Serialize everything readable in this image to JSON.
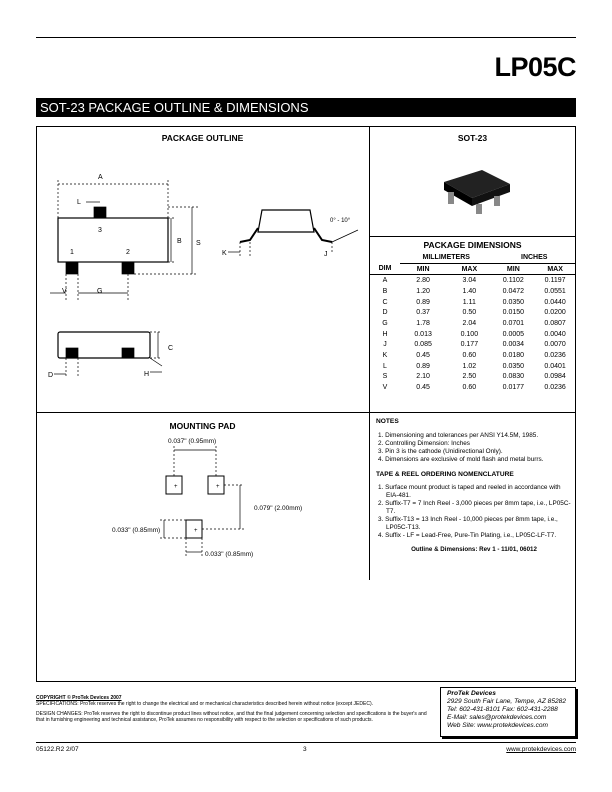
{
  "header": {
    "part_number": "LP05C",
    "section_title": "SOT-23 PACKAGE OUTLINE & DIMENSIONS"
  },
  "package_outline": {
    "heading": "PACKAGE OUTLINE",
    "labels": {
      "A": "A",
      "L": "L",
      "B": "B",
      "S": "S",
      "V": "V",
      "G": "G",
      "C": "C",
      "D": "D",
      "H": "H",
      "K": "K",
      "J": "J",
      "pin1": "1",
      "pin2": "2",
      "pin3": "3",
      "angle": "0° - 10°"
    }
  },
  "sot23": {
    "heading": "SOT-23"
  },
  "dimensions": {
    "heading": "PACKAGE DIMENSIONS",
    "col_mm": "MILLIMETERS",
    "col_in": "INCHES",
    "sub_headers": [
      "DIM",
      "MIN",
      "MAX",
      "MIN",
      "MAX"
    ],
    "rows": [
      [
        "A",
        "2.80",
        "3.04",
        "0.1102",
        "0.1197"
      ],
      [
        "B",
        "1.20",
        "1.40",
        "0.0472",
        "0.0551"
      ],
      [
        "C",
        "0.89",
        "1.11",
        "0.0350",
        "0.0440"
      ],
      [
        "D",
        "0.37",
        "0.50",
        "0.0150",
        "0.0200"
      ],
      [
        "G",
        "1.78",
        "2.04",
        "0.0701",
        "0.0807"
      ],
      [
        "H",
        "0.013",
        "0.100",
        "0.0005",
        "0.0040"
      ],
      [
        "J",
        "0.085",
        "0.177",
        "0.0034",
        "0.0070"
      ],
      [
        "K",
        "0.45",
        "0.60",
        "0.0180",
        "0.0236"
      ],
      [
        "L",
        "0.89",
        "1.02",
        "0.0350",
        "0.0401"
      ],
      [
        "S",
        "2.10",
        "2.50",
        "0.0830",
        "0.0984"
      ],
      [
        "V",
        "0.45",
        "0.60",
        "0.0177",
        "0.0236"
      ]
    ]
  },
  "mounting_pad": {
    "heading": "MOUNTING PAD",
    "dim1": "0.037\" (0.95mm)",
    "dim2": "0.079\" (2.00mm)",
    "dim3": "0.033\" (0.85mm)",
    "dim4": "0.033\" (0.85mm)"
  },
  "notes": {
    "heading": "NOTES",
    "items": [
      "1. Dimensioning and tolerances per ANSI Y14.5M, 1985.",
      "2. Controlling Dimension: Inches",
      "3. Pin 3 is the cathode (Unidirectional Only).",
      "4. Dimensions are exclusive of mold flash and metal burrs."
    ],
    "tape_heading": "TAPE & REEL ORDERING NOMENCLATURE",
    "tape_items": [
      "1. Surface mount product is taped and reeled in accordance with EIA-481.",
      "2. Suffix-T7 = 7 Inch Reel - 3,000 pieces per 8mm tape, i.e., LP05C-T7.",
      "3. Suffix-T13 = 13 Inch Reel - 10,000 pieces per 8mm tape, i.e., LP05C-T13.",
      "4. Suffix - LF = Lead-Free, Pure-Tin Plating, i.e., LP05C-LF-T7."
    ],
    "revision": "Outline & Dimensions: Rev 1 - 11/01, 06012"
  },
  "footer": {
    "copyright": "COPYRIGHT © ProTek Devices 2007",
    "specifications": "SPECIFICATIONS: ProTek reserves the right to change the electrical and or mechanical characteristics described herein without notice (except JEDEC).",
    "design_changes": "DESIGN CHANGES: ProTek reserves the right to discontinue product lines without notice, and that the final judgement concerning selection and specifications is the buyer's and that in furnishing engineering and technical assistance, ProTek assumes no responsibility with respect to the selection or specifications of such products.",
    "company": "ProTek Devices",
    "address": "2929 South Fair Lane, Tempe, AZ 85282",
    "phone": "Tel: 602-431-8101 Fax: 602-431-2288",
    "email": "E-Mail: sales@protekdevices.com",
    "web": "Web Site: www.protekdevices.com",
    "doc_number": "05122.R2  2/07",
    "page": "3",
    "url": "www.protekdevices.com"
  }
}
